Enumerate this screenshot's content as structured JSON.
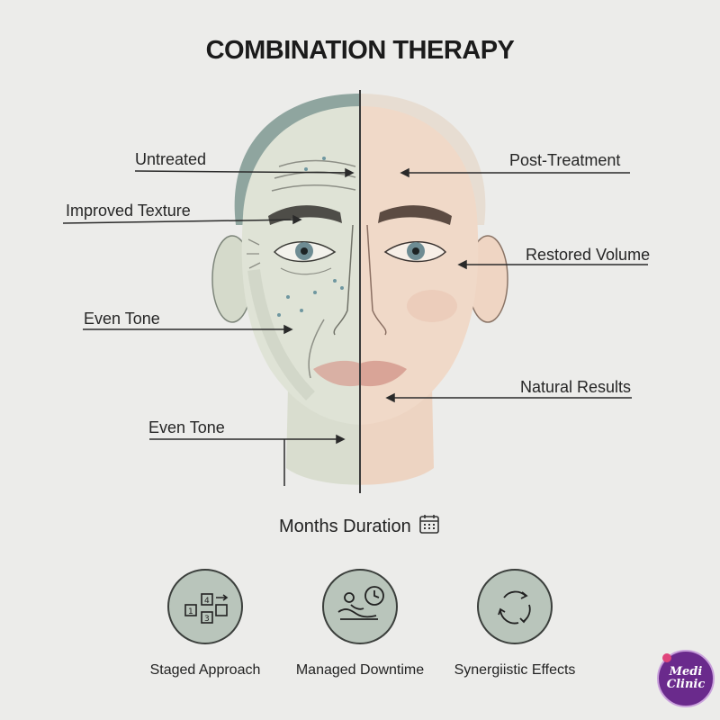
{
  "title": "COMBINATION THERAPY",
  "labels": {
    "untreated": "Untreated",
    "improved_texture": "Improved Texture",
    "even_tone_1": "Even Tone",
    "even_tone_2": "Even Tone",
    "post_treatment": "Post-Treatment",
    "restored_volume": "Restored Volume",
    "natural_results": "Natural Results"
  },
  "duration": {
    "label": "Months Duration",
    "icon": "calendar-icon"
  },
  "features": [
    {
      "label": "Staged Approach",
      "icon": "steps-icon"
    },
    {
      "label": "Managed Downtime",
      "icon": "relax-clock-icon"
    },
    {
      "label": "Synergiistic Effects",
      "icon": "cycle-arrows-icon"
    }
  ],
  "logo": {
    "line1": "Medi",
    "line2": "Clinic"
  },
  "colors": {
    "untreated_skin": "#dfe3d6",
    "treated_skin": "#f0d9c8",
    "hair_untreated": "#8fa59f",
    "hair_treated": "#e7ddd2",
    "icon_circle": "#b9c5bb",
    "logo_purple": "#6a2a8c"
  }
}
